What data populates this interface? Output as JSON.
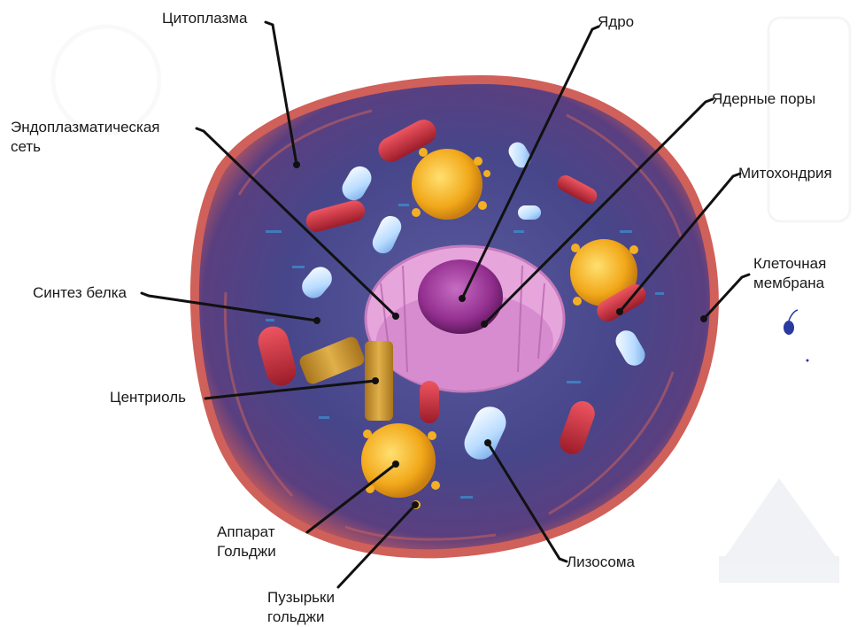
{
  "labels": {
    "cytoplasm": "Цитоплазма",
    "nucleus": "Ядро",
    "er_line1": "Эндоплазматическая",
    "er_line2": "сеть",
    "nuclear_pores": "Ядерные поры",
    "mitochondria": "Митохондрия",
    "membrane_line1": "Клеточная",
    "membrane_line2": "мембрана",
    "protein_synthesis": "Синтез белка",
    "centriole": "Центриоль",
    "golgi_line1": "Аппарат",
    "golgi_line2": "Гольджи",
    "lysosome": "Лизосома",
    "vesicles_line1": "Пузырьки",
    "vesicles_line2": "гольджи"
  },
  "colors": {
    "cytoplasm": "#4a4a8c",
    "membrane": "#d0605a",
    "nucleus_envelope": "#e2a0d8",
    "nucleolus": "#8e2f8a",
    "golgi": "#f2b020",
    "mitochondria": "#c8303c",
    "lysosome": "#cfe8ff",
    "centriole": "#c8962c",
    "leader_line": "#111111"
  },
  "icons": {
    "watermark_logo": "logo-icon",
    "small_figure": "figure-icon"
  }
}
